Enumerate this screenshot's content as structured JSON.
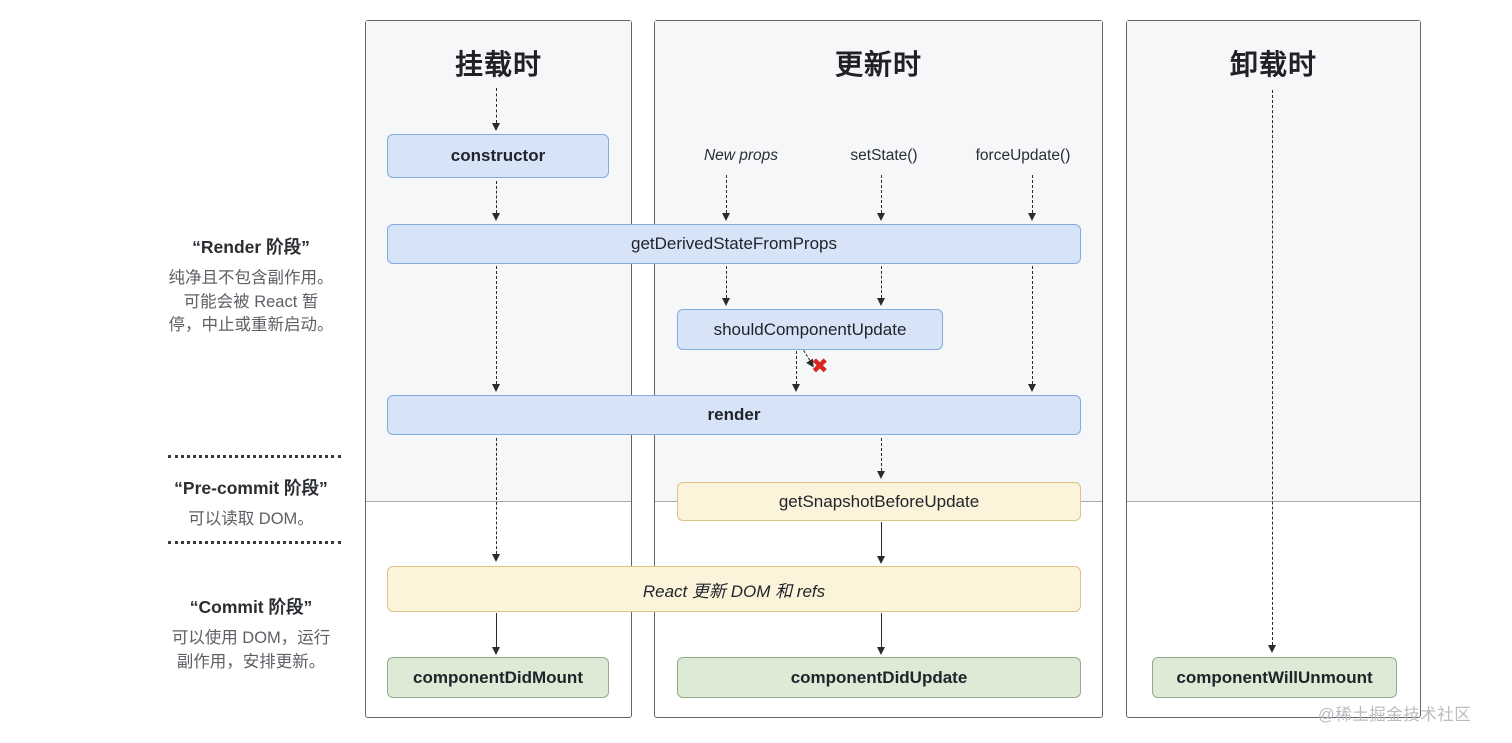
{
  "columns": [
    {
      "title": "挂载时"
    },
    {
      "title": "更新时"
    },
    {
      "title": "卸载时"
    }
  ],
  "phases": {
    "render": {
      "title": "“Render 阶段”",
      "desc_lines": [
        "纯净且不包含副作用。",
        "可能会被 React 暂",
        "停，中止或重新启动。"
      ]
    },
    "precommit": {
      "title": "“Pre-commit 阶段”",
      "desc_lines": [
        "可以读取 DOM。"
      ]
    },
    "commit": {
      "title": "“Commit 阶段”",
      "desc_lines": [
        "可以使用 DOM，运行",
        "副作用，安排更新。"
      ]
    }
  },
  "triggers": [
    {
      "label": "New props"
    },
    {
      "label": "setState()"
    },
    {
      "label": "forceUpdate()"
    }
  ],
  "boxes": {
    "constructor": "constructor",
    "get_derived_state_from_props": "getDerivedStateFromProps",
    "should_component_update": "shouldComponentUpdate",
    "render": "render",
    "get_snapshot_before_update": "getSnapshotBeforeUpdate",
    "react_updates_dom": "React 更新 DOM 和 refs",
    "component_did_mount": "componentDidMount",
    "component_did_update": "componentDidUpdate",
    "component_will_unmount": "componentWillUnmount"
  },
  "marks": {
    "skip_x": "✖"
  },
  "watermark": "@稀土掘金技术社区",
  "colors": {
    "blue_fill": "#d7e4f8",
    "blue_border": "#85aadc",
    "yellow_fill": "#fbf3da",
    "yellow_border": "#dfc382",
    "green_fill": "#dcead6",
    "green_border": "#94ab8a",
    "column_border": "#646464",
    "column_top_bg": "#f6f7f8",
    "divider": "#a8a8a8",
    "arrow": "#2b2b2b",
    "text_dark": "#21242a",
    "text_gray": "#5d6065",
    "watermark": "#b9bcc1",
    "red": "#d92521"
  }
}
